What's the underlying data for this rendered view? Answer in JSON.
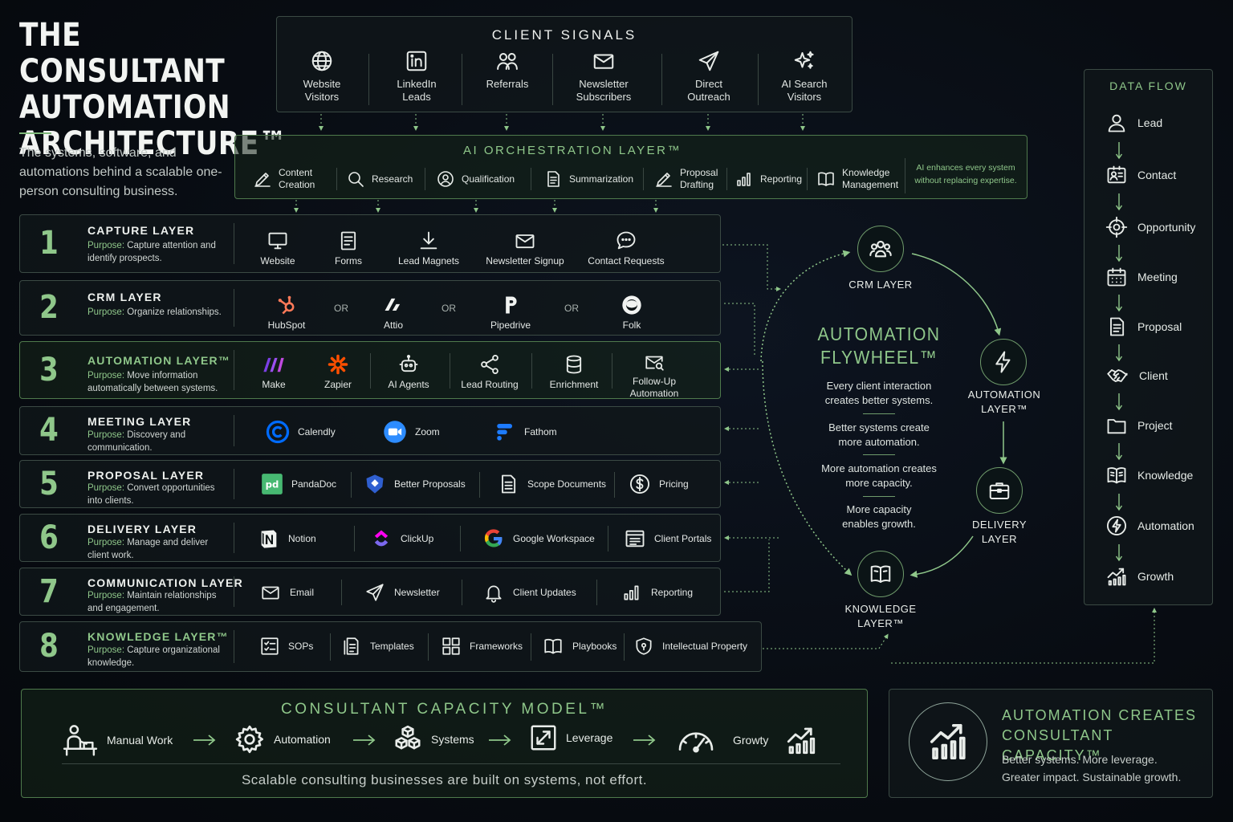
{
  "title": {
    "lines": [
      "THE CONSULTANT",
      "AUTOMATION",
      "ARCHITECTURE™"
    ],
    "subtitle": "The systems, software, and automations behind a scalable one-person consulting business."
  },
  "client_signals": {
    "title": "CLIENT SIGNALS",
    "items": [
      {
        "label1": "Website",
        "label2": "Visitors",
        "icon": "globe-icon"
      },
      {
        "label1": "LinkedIn",
        "label2": "Leads",
        "icon": "linkedin-icon"
      },
      {
        "label1": "Referrals",
        "label2": "",
        "icon": "people-icon"
      },
      {
        "label1": "Newsletter",
        "label2": "Subscribers",
        "icon": "envelope-icon"
      },
      {
        "label1": "Direct",
        "label2": "Outreach",
        "icon": "paper-plane-icon"
      },
      {
        "label1": "AI Search",
        "label2": "Visitors",
        "icon": "sparkle-icon"
      }
    ]
  },
  "orchestration": {
    "title": "AI ORCHESTRATION LAYER™",
    "items": [
      {
        "label1": "Content",
        "label2": "Creation",
        "icon": "pen-icon"
      },
      {
        "label1": "Research",
        "label2": "",
        "icon": "magnifier-icon"
      },
      {
        "label1": "Qualification",
        "label2": "",
        "icon": "user-circle-icon"
      },
      {
        "label1": "Summarization",
        "label2": "",
        "icon": "document-icon"
      },
      {
        "label1": "Proposal",
        "label2": "Drafting",
        "icon": "pen-icon"
      },
      {
        "label1": "Reporting",
        "label2": "",
        "icon": "bar-chart-icon"
      },
      {
        "label1": "Knowledge",
        "label2": "Management",
        "icon": "book-icon"
      }
    ],
    "note": "AI enhances every system without replacing expertise."
  },
  "layers": [
    {
      "num": "1",
      "name": "CAPTURE LAYER",
      "purpose_label": "Purpose:",
      "purpose": " Capture attention and identify prospects.",
      "tools": [
        "Website",
        "Forms",
        "Lead Magnets",
        "Newsletter Signup",
        "Contact Requests"
      ]
    },
    {
      "num": "2",
      "name": "CRM LAYER",
      "purpose_label": "Purpose:",
      "purpose": " Organize relationships.",
      "tools": [
        "HubSpot",
        "Attio",
        "Pipedrive",
        "Folk"
      ],
      "or": "OR"
    },
    {
      "num": "3",
      "name": "AUTOMATION LAYER™",
      "purpose_label": "Purpose:",
      "purpose": " Move information automatically between systems.",
      "tools": [
        "Make",
        "Zapier",
        "AI Agents",
        "Lead Routing",
        "Enrichment",
        "Follow-Up",
        "Automation"
      ]
    },
    {
      "num": "4",
      "name": "MEETING LAYER",
      "purpose_label": "Purpose:",
      "purpose": " Discovery and communication.",
      "tools": [
        "Calendly",
        "Zoom",
        "Fathom"
      ]
    },
    {
      "num": "5",
      "name": "PROPOSAL LAYER",
      "purpose_label": "Purpose:",
      "purpose": " Convert opportunities into clients.",
      "tools": [
        "PandaDoc",
        "Better Proposals",
        "Scope Documents",
        "Pricing"
      ]
    },
    {
      "num": "6",
      "name": "DELIVERY LAYER",
      "purpose_label": "Purpose:",
      "purpose": " Manage and deliver client work.",
      "tools": [
        "Notion",
        "ClickUp",
        "Google Workspace",
        "Client Portals"
      ]
    },
    {
      "num": "7",
      "name": "COMMUNICATION LAYER",
      "purpose_label": "Purpose:",
      "purpose": " Maintain relationships and engagement.",
      "tools": [
        "Email",
        "Newsletter",
        "Client Updates",
        "Reporting"
      ]
    },
    {
      "num": "8",
      "name": "KNOWLEDGE LAYER™",
      "purpose_label": "Purpose:",
      "purpose": " Capture organizational knowledge.",
      "tools": [
        "SOPs",
        "Templates",
        "Frameworks",
        "Playbooks",
        "Intellectual Property"
      ]
    }
  ],
  "flywheel": {
    "title1": "AUTOMATION",
    "title2": "FLYWHEEL™",
    "nodes": {
      "crm": "CRM LAYER",
      "automation1": "AUTOMATION",
      "automation2": "LAYER™",
      "delivery1": "DELIVERY",
      "delivery2": "LAYER",
      "knowledge1": "KNOWLEDGE",
      "knowledge2": "LAYER™"
    },
    "statements": [
      [
        "Every client interaction",
        "creates better systems."
      ],
      [
        "Better systems create",
        "more automation."
      ],
      [
        "More automation creates",
        "more capacity."
      ],
      [
        "More capacity",
        "enables growth."
      ]
    ]
  },
  "data_flow": {
    "title": "DATA FLOW",
    "items": [
      "Lead",
      "Contact",
      "Opportunity",
      "Meeting",
      "Proposal",
      "Client",
      "Project",
      "Knowledge",
      "Automation",
      "Growth"
    ]
  },
  "capacity_model": {
    "title": "CONSULTANT CAPACITY MODEL™",
    "items": [
      "Manual Work",
      "Automation",
      "Systems",
      "Leverage",
      "Growty"
    ],
    "footer": "Scalable consulting businesses are built on systems, not effort."
  },
  "creates": {
    "title1": "AUTOMATION CREATES",
    "title2": "CONSULTANT CAPACITY™",
    "text1": "Better systems. More leverage.",
    "text2": "Greater impact. Sustainable growth."
  },
  "colors": {
    "accent": "#8fc78a",
    "background": "#080c12",
    "border": "#3b4a44",
    "make": "#7b3fe4",
    "zapier": "#ff4f00",
    "zoom": "#2d8cff",
    "calendly": "#006bff",
    "fathom": "#0f6fff",
    "pandadoc": "#47b972",
    "hubspot": "#ff7a59"
  }
}
